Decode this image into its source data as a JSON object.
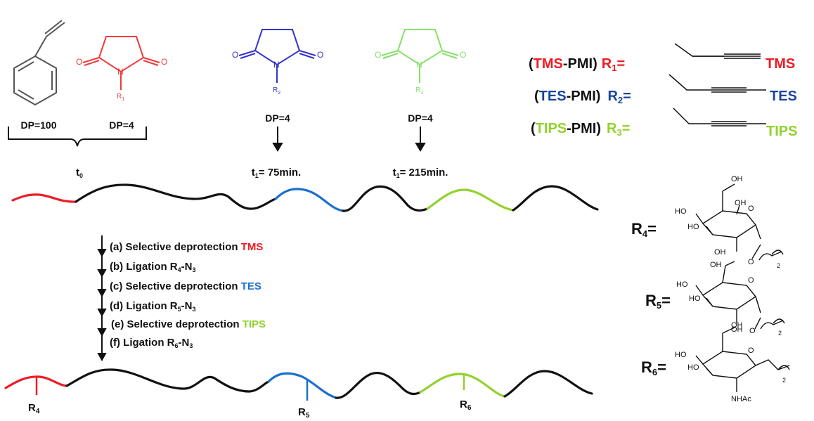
{
  "colors": {
    "black": "#111111",
    "red": "#ee1c25",
    "blue": "#1a6fd1",
    "dark_blue": "#17459c",
    "green": "#92d22c",
    "monomer_gray": "#555555",
    "monomer_red": "#f03a3a",
    "monomer_blue": "#3434c8",
    "monomer_green": "#86e06a"
  },
  "monomers": {
    "styrene": {
      "dp": "DP=100"
    },
    "pmi_1": {
      "r_label": "R",
      "r_sub": "1",
      "dp": "DP=4"
    },
    "pmi_2": {
      "r_label": "R",
      "r_sub": "2",
      "dp": "DP=4"
    },
    "pmi_3": {
      "r_label": "R",
      "r_sub": "3",
      "dp": "DP=4"
    }
  },
  "times": {
    "t0": {
      "t": "t",
      "sub": "0"
    },
    "t1a": {
      "t": "t",
      "sub": "1",
      "rest": "= 75min."
    },
    "t1b": {
      "t": "t",
      "sub": "1",
      "rest": "= 215min."
    }
  },
  "legend": [
    {
      "open": "(",
      "group": "TMS",
      "close": "-PMI)",
      "r": "R",
      "sub": "1",
      "eq": "=",
      "end": "TMS"
    },
    {
      "open": "(",
      "group": "TES",
      "close": "-PMI)",
      "r": "R",
      "sub": "2",
      "eq": "=",
      "end": "TES"
    },
    {
      "open": "(",
      "group": "TIPS",
      "close": "-PMI)",
      "r": "R",
      "sub": "3",
      "eq": "=",
      "end": "TIPS"
    }
  ],
  "steps": [
    {
      "label": "(a)  Selective deprotection ",
      "tag": "TMS"
    },
    {
      "label": "(b)  Ligation R",
      "sub": "4",
      "rest": "-N",
      "sub2": "3"
    },
    {
      "label": "(c)  Selective deprotection  ",
      "tag": "TES"
    },
    {
      "label": "(d)  Ligation R",
      "sub": "5",
      "rest": "-N",
      "sub2": "3"
    },
    {
      "label": "(e) Selective deprotection  ",
      "tag": "TIPS"
    },
    {
      "label": "(f) Ligation R",
      "sub": "6",
      "rest": "-N",
      "sub2": "3"
    }
  ],
  "sugars": {
    "r4": {
      "label": "R",
      "sub": "4",
      "eq": "="
    },
    "r5": {
      "label": "R",
      "sub": "5",
      "eq": "="
    },
    "r6": {
      "label": "R",
      "sub": "6",
      "eq": "="
    },
    "oh": "OH",
    "ho": "HO",
    "o": "O",
    "nhac": "NHAc",
    "two": "2"
  },
  "chain_labels": [
    {
      "r": "R",
      "sub": "4"
    },
    {
      "r": "R",
      "sub": "5"
    },
    {
      "r": "R",
      "sub": "6"
    }
  ]
}
